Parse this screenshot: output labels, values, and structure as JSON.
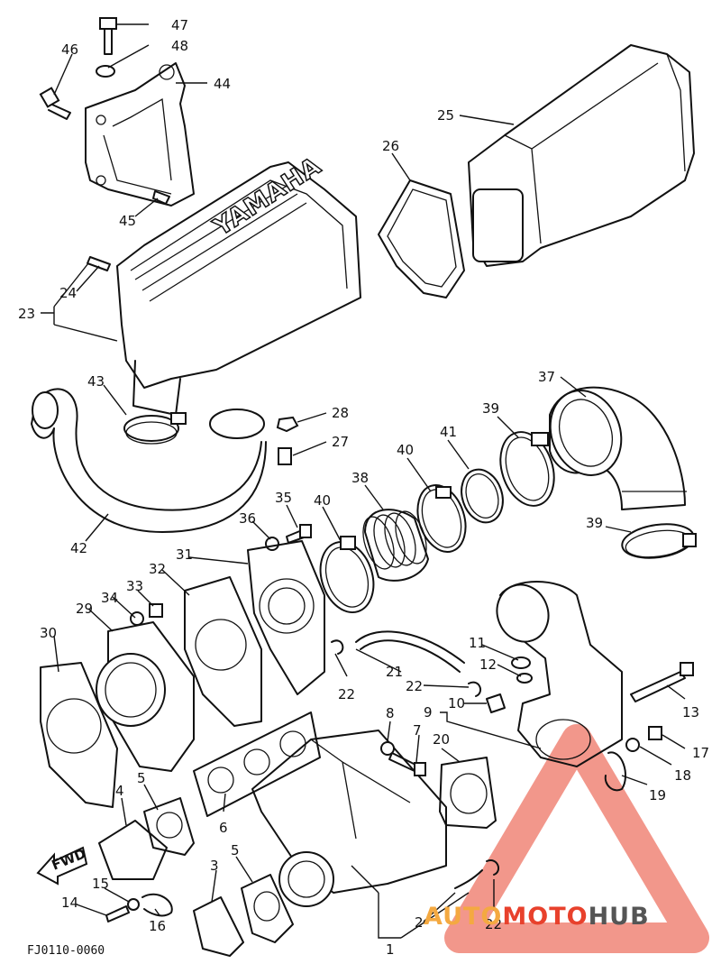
{
  "diagram": {
    "code": "FJ0110-0060",
    "fwd_label": "FWD",
    "engraving": "YAMAHA",
    "callouts": [
      "47",
      "48",
      "46",
      "44",
      "25",
      "26",
      "45",
      "24",
      "23",
      "43",
      "28",
      "27",
      "42",
      "37",
      "39",
      "41",
      "40",
      "38",
      "35",
      "36",
      "40",
      "31",
      "32",
      "33",
      "34",
      "29",
      "30",
      "11",
      "12",
      "21",
      "22",
      "22",
      "10",
      "9",
      "13",
      "8",
      "7",
      "20",
      "17",
      "18",
      "19",
      "5",
      "4",
      "6",
      "5",
      "3",
      "15",
      "14",
      "16",
      "22",
      "2",
      "1",
      "39"
    ]
  },
  "watermark": {
    "part1": "AUTO",
    "part2": "MOTO",
    "part3": "HUB",
    "color1": "#f4a941",
    "color2": "#e8412c",
    "color3": "#555555"
  }
}
